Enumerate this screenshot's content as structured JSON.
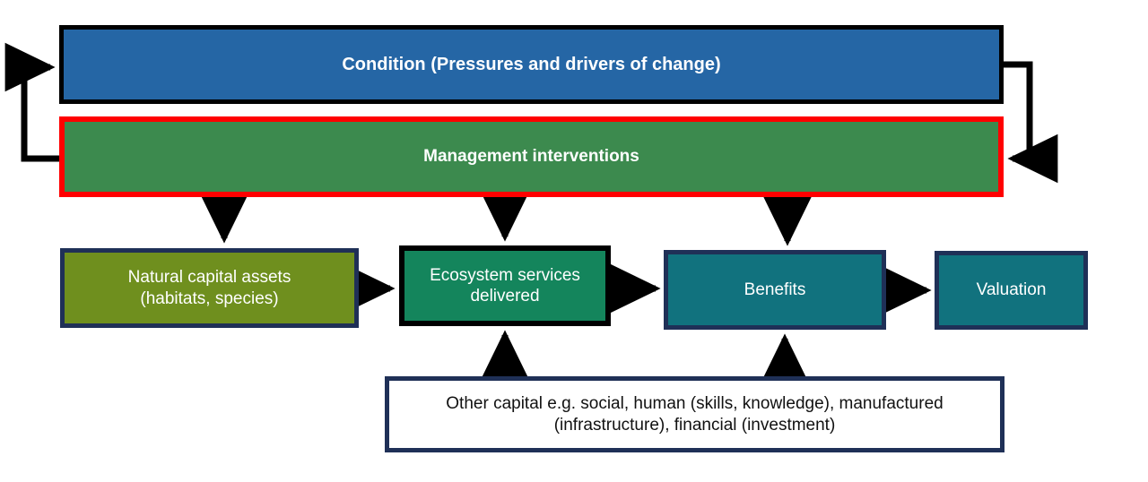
{
  "diagram": {
    "title": "Natural capital framework flow diagram",
    "background": "#ffffff",
    "boxes": {
      "condition": {
        "label": "Condition (Pressures and drivers of change)",
        "fill": "#2566A5",
        "border": "#000000",
        "text_color": "#ffffff"
      },
      "management": {
        "label": "Management interventions",
        "fill": "#3C8A4E",
        "border": "#FF0000",
        "text_color": "#ffffff"
      },
      "natural_capital": {
        "label": "Natural capital assets\n(habitats, species)",
        "fill": "#6F8F1E",
        "border": "#1F3057",
        "text_color": "#ffffff"
      },
      "ecosystem_services": {
        "label": "Ecosystem services\ndelivered",
        "fill": "#14855C",
        "border": "#000000",
        "text_color": "#ffffff"
      },
      "benefits": {
        "label": "Benefits",
        "fill": "#11727E",
        "border": "#1F3057",
        "text_color": "#ffffff"
      },
      "valuation": {
        "label": "Valuation",
        "fill": "#11727E",
        "border": "#1F3057",
        "text_color": "#ffffff"
      },
      "other_capital": {
        "label": "Other capital e.g. social, human (skills, knowledge), manufactured\n(infrastructure), financial (investment)",
        "fill": "#ffffff",
        "border": "#1F3057",
        "text_color": "#111111"
      }
    },
    "connectors": [
      {
        "name": "management-to-condition-feedback",
        "from": "management",
        "to": "condition",
        "direction": "left-loop-up"
      },
      {
        "name": "condition-to-management-feedback",
        "from": "condition",
        "to": "management",
        "direction": "right-loop-down"
      },
      {
        "name": "management-to-natural-capital",
        "from": "management",
        "to": "natural_capital",
        "direction": "down"
      },
      {
        "name": "management-to-ecosystem-services",
        "from": "management",
        "to": "ecosystem_services",
        "direction": "down"
      },
      {
        "name": "management-to-benefits",
        "from": "management",
        "to": "benefits",
        "direction": "down"
      },
      {
        "name": "natural-capital-to-ecosystem-services",
        "from": "natural_capital",
        "to": "ecosystem_services",
        "direction": "right"
      },
      {
        "name": "ecosystem-services-to-benefits",
        "from": "ecosystem_services",
        "to": "benefits",
        "direction": "right"
      },
      {
        "name": "benefits-to-valuation",
        "from": "benefits",
        "to": "valuation",
        "direction": "right"
      },
      {
        "name": "other-capital-to-ecosystem-services",
        "from": "other_capital",
        "to": "ecosystem_services",
        "direction": "up"
      },
      {
        "name": "other-capital-to-benefits",
        "from": "other_capital",
        "to": "benefits",
        "direction": "up"
      }
    ]
  }
}
